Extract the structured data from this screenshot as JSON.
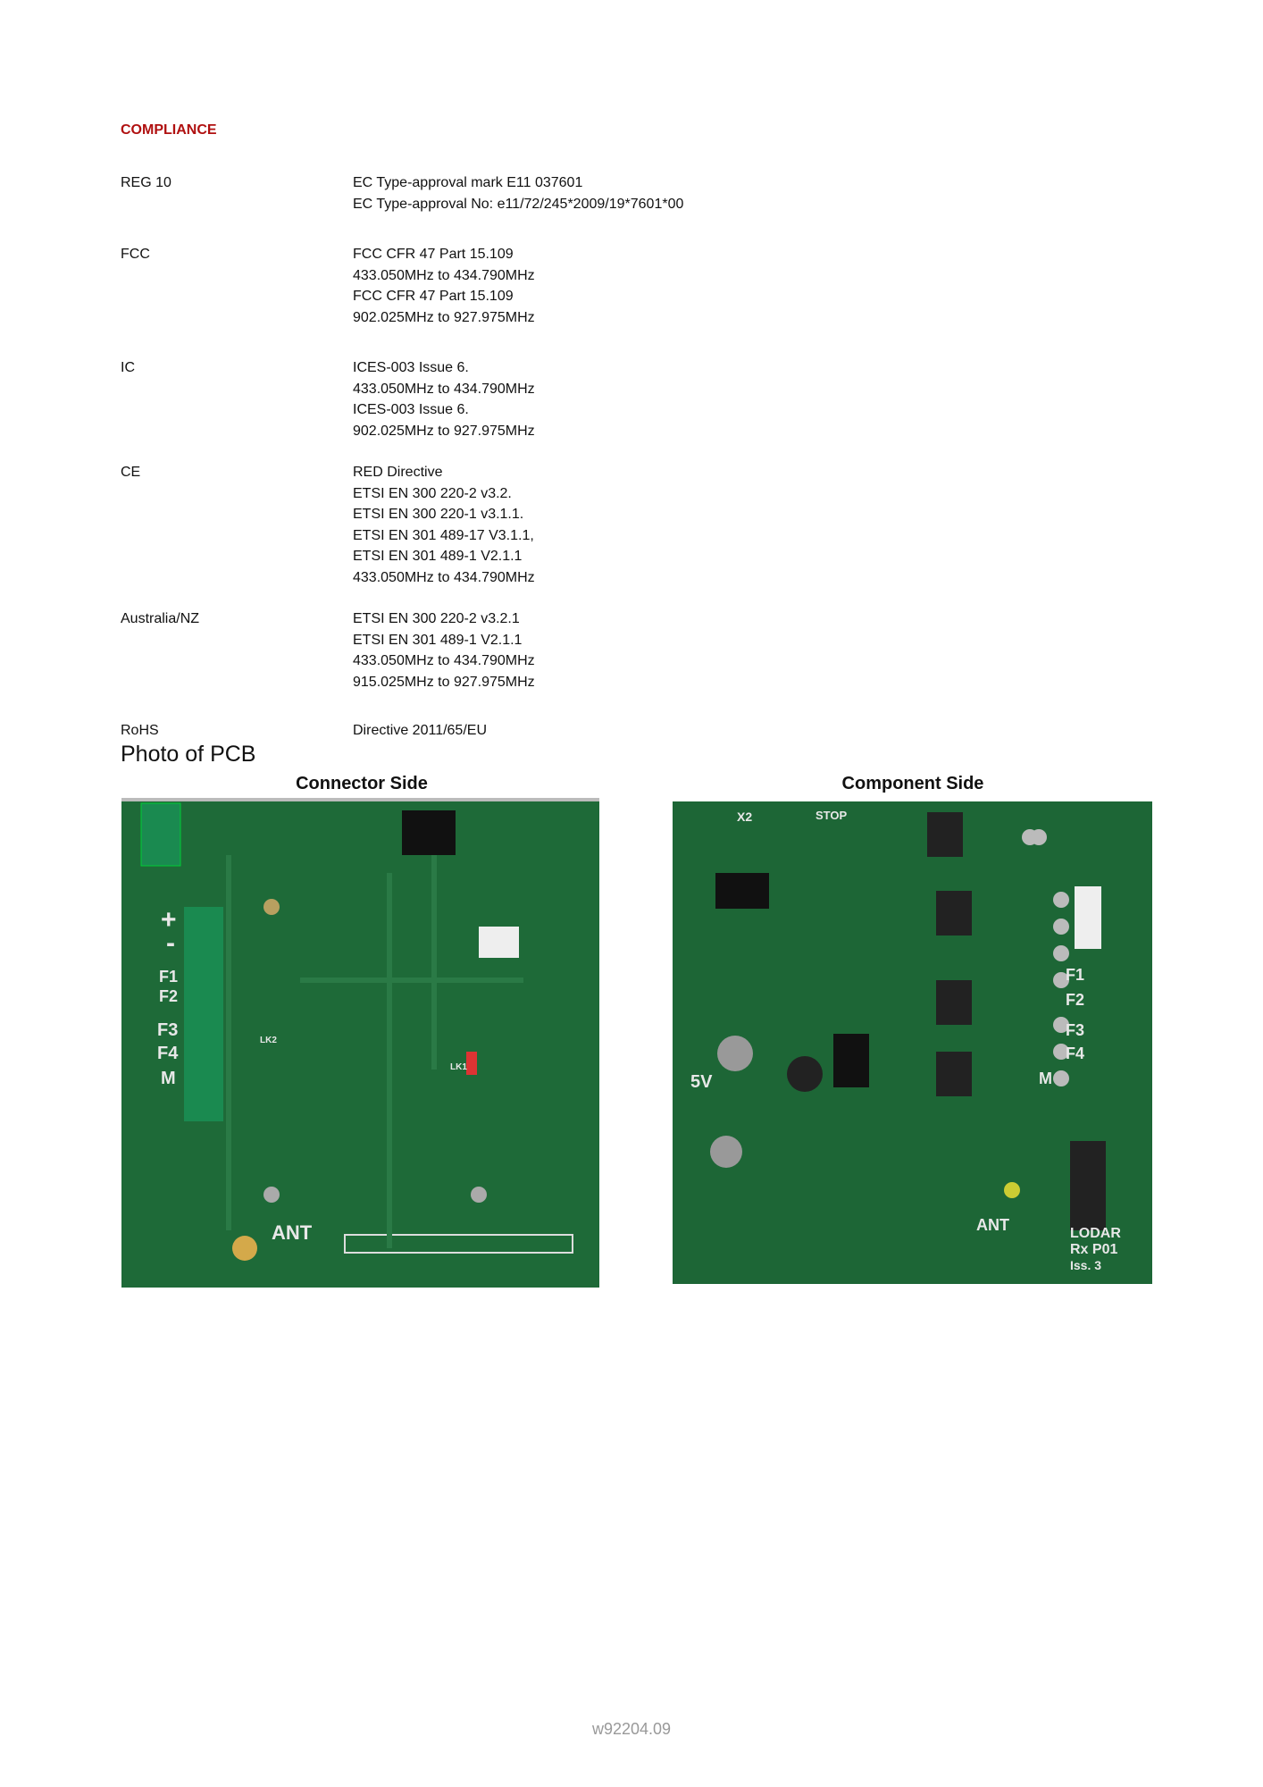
{
  "heading": "COMPLIANCE",
  "rows": [
    {
      "label": "REG 10",
      "values": [
        "EC Type-approval mark E11 037601",
        "EC Type-approval No: e11/72/245*2009/19*7601*00"
      ]
    },
    {
      "label": "FCC",
      "values": [
        "FCC CFR 47 Part 15.109",
        "433.050MHz to 434.790MHz",
        "FCC CFR 47 Part 15.109",
        "902.025MHz to 927.975MHz"
      ]
    },
    {
      "label": "IC",
      "values": [
        "ICES-003 Issue 6.",
        "433.050MHz to 434.790MHz",
        "ICES-003 Issue 6.",
        "902.025MHz to 927.975MHz"
      ]
    },
    {
      "label": "CE",
      "values": [
        "RED Directive",
        "ETSI EN 300 220-2 v3.2.",
        "ETSI EN 300 220-1 v3.1.1.",
        "ETSI EN 301 489-17 V3.1.1,",
        "ETSI EN 301 489-1 V2.1.1",
        "433.050MHz to 434.790MHz"
      ]
    },
    {
      "label": "Australia/NZ",
      "values": [
        "ETSI EN 300 220-2 v3.2.1",
        "ETSI EN 301 489-1 V2.1.1",
        "433.050MHz to 434.790MHz",
        "915.025MHz to 927.975MHz"
      ]
    },
    {
      "label": "RoHS",
      "values": [
        "Directive 2011/65/EU"
      ]
    }
  ],
  "photo_title": "Photo of PCB",
  "photos": {
    "connector_caption": "Connector Side",
    "component_caption": "Component Side",
    "connector_labels": [
      "+",
      "-",
      "F1",
      "F2",
      "F3",
      "F4",
      "M",
      "ANT",
      "LK1",
      "LK2"
    ],
    "component_labels": [
      "X2",
      "STOP",
      "5V",
      "F1",
      "F2",
      "F3",
      "F4",
      "M",
      "ANT",
      "LODAR",
      "Rx P01",
      "Iss. 3"
    ]
  },
  "footer": "w92204.09"
}
